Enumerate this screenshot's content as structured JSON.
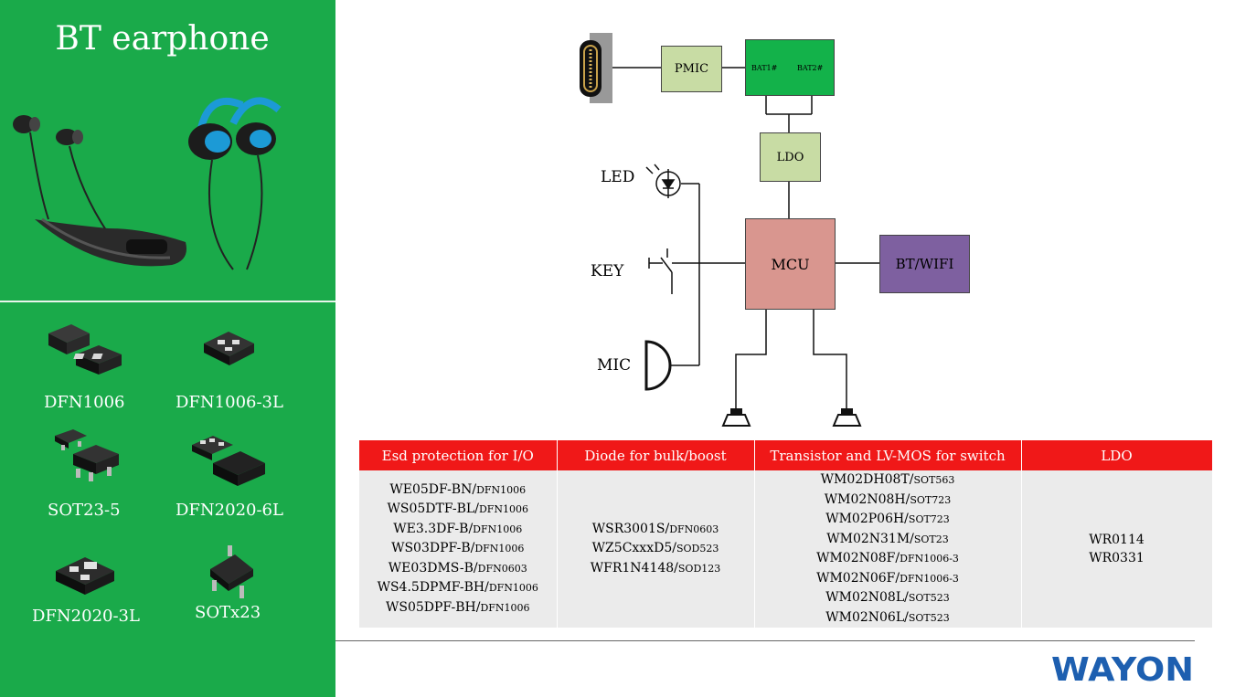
{
  "sidebar": {
    "title": "BT earphone",
    "packages": [
      "DFN1006",
      "DFN1006-3L",
      "SOT23-5",
      "DFN2020-6L",
      "DFN2020-3L",
      "SOTx23"
    ]
  },
  "diagram": {
    "blocks": {
      "pmic": "PMIC",
      "bat1": "BAT1#",
      "bat2": "BAT2#",
      "ldo": "LDO",
      "mcu": "MCU",
      "btwifi": "BT/WIFI"
    },
    "labels": {
      "led": "LED",
      "key": "KEY",
      "mic": "MIC"
    },
    "colors": {
      "pmic": "#c8dca4",
      "bat": "#13b24a",
      "ldo": "#c8dca4",
      "mcu": "#d9968f",
      "btwifi": "#7e60a0"
    }
  },
  "table": {
    "headers": [
      "Esd protection for I/O",
      "Diode for bulk/boost",
      "Transistor and LV-MOS for switch",
      "LDO"
    ],
    "esd": [
      {
        "part": "WE05DF-BN/",
        "pkg": "DFN1006"
      },
      {
        "part": "WS05DTF-BL/",
        "pkg": "DFN1006"
      },
      {
        "part": "WE3.3DF-B/",
        "pkg": "DFN1006"
      },
      {
        "part": "WS03DPF-B/",
        "pkg": "DFN1006"
      },
      {
        "part": "WE03DMS-B/",
        "pkg": "DFN0603"
      },
      {
        "part": "WS4.5DPMF-BH/",
        "pkg": "DFN1006"
      },
      {
        "part": "WS05DPF-BH/",
        "pkg": "DFN1006"
      }
    ],
    "diode": [
      {
        "part": "WSR3001S/",
        "pkg": "DFN0603"
      },
      {
        "part": "WZ5CxxxD5/",
        "pkg": "SOD523"
      },
      {
        "part": "WFR1N4148/",
        "pkg": "SOD123"
      }
    ],
    "mos": [
      {
        "part": "WM02DH08T/",
        "pkg": "SOT563"
      },
      {
        "part": "WM02N08H/",
        "pkg": "SOT723"
      },
      {
        "part": "WM02P06H/",
        "pkg": "SOT723"
      },
      {
        "part": "WM02N31M/",
        "pkg": "SOT23"
      },
      {
        "part": "WM02N08F/",
        "pkg": "DFN1006-3"
      },
      {
        "part": "WM02N06F/",
        "pkg": "DFN1006-3"
      },
      {
        "part": "WM02N08L/",
        "pkg": "SOT523"
      },
      {
        "part": "WM02N06L/",
        "pkg": "SOT523"
      }
    ],
    "ldo": [
      "WR0114",
      "WR0331"
    ]
  },
  "logo": "WAYON"
}
